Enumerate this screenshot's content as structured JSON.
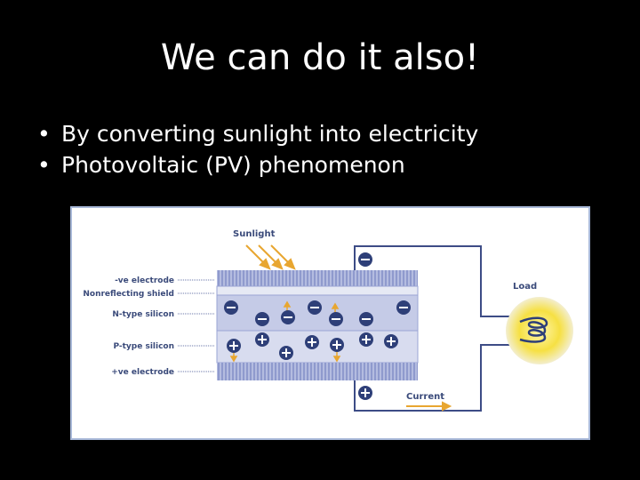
{
  "slide": {
    "title": "We can do it also!",
    "bullets": [
      "By converting sunlight into electricity",
      "Photovoltaic (PV) phenomenon"
    ]
  },
  "diagram": {
    "sunlight_label": "Sunlight",
    "layer_labels": {
      "neg_electrode": "-ve electrode",
      "shield": "Nonreflecting shield",
      "ntype": "N-type silicon",
      "ptype": "P-type silicon",
      "pos_electrode": "+ve electrode"
    },
    "load_label": "Load",
    "current_label": "Current",
    "colors": {
      "electrode": "#9aa4d4",
      "shield": "#e6e9f4",
      "silicon": "#c5cbe7",
      "charge": "#2e3f78",
      "wire": "#3d4c86",
      "arrow": "#e8a630",
      "bulb": "#f6e043"
    }
  }
}
